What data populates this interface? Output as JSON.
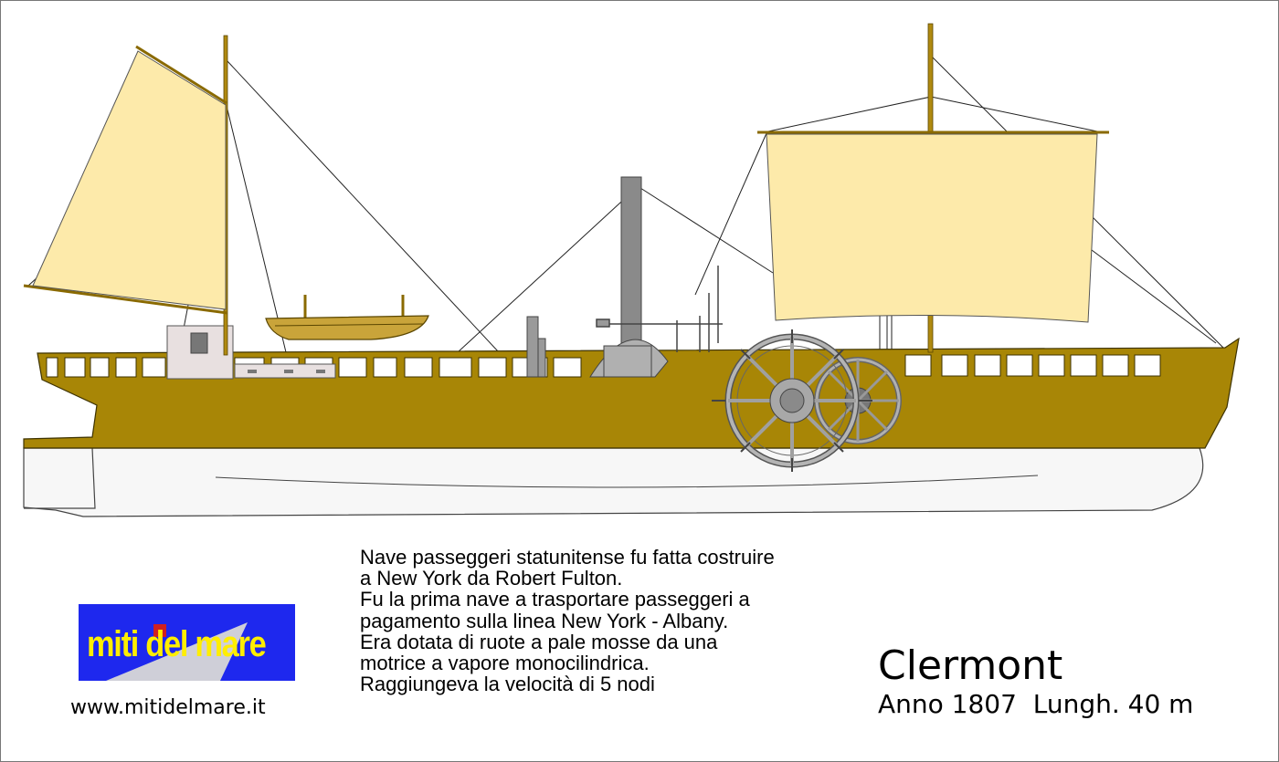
{
  "ship": {
    "name": "Clermont",
    "specs": "Anno 1807  Lungh. 40 m"
  },
  "description_lines": [
    "Nave passeggeri statunitense fu fatta costruire",
    "a New York da Robert Fulton.",
    "Fu la prima nave a trasportare passeggeri a",
    "pagamento sulla linea New York - Albany.",
    "Era dotata di ruote a pale mosse da una",
    "motrice a vapore monocilindrica.",
    "Raggiungeva la velocità di 5 nodi"
  ],
  "logo": {
    "text": "miti del mare"
  },
  "website": "www.mitidelmare.it",
  "colors": {
    "hull": "#a88606",
    "hull_outline": "#3d3200",
    "hull_lower": "#f7f7f7",
    "sail": "#fdeaaa",
    "mast": "#b08a10",
    "funnel": "#8a8a8a",
    "paddle_wheel": "#a8a8a8",
    "logo_background": "#1e28ee",
    "logo_text": "#ffee00"
  }
}
